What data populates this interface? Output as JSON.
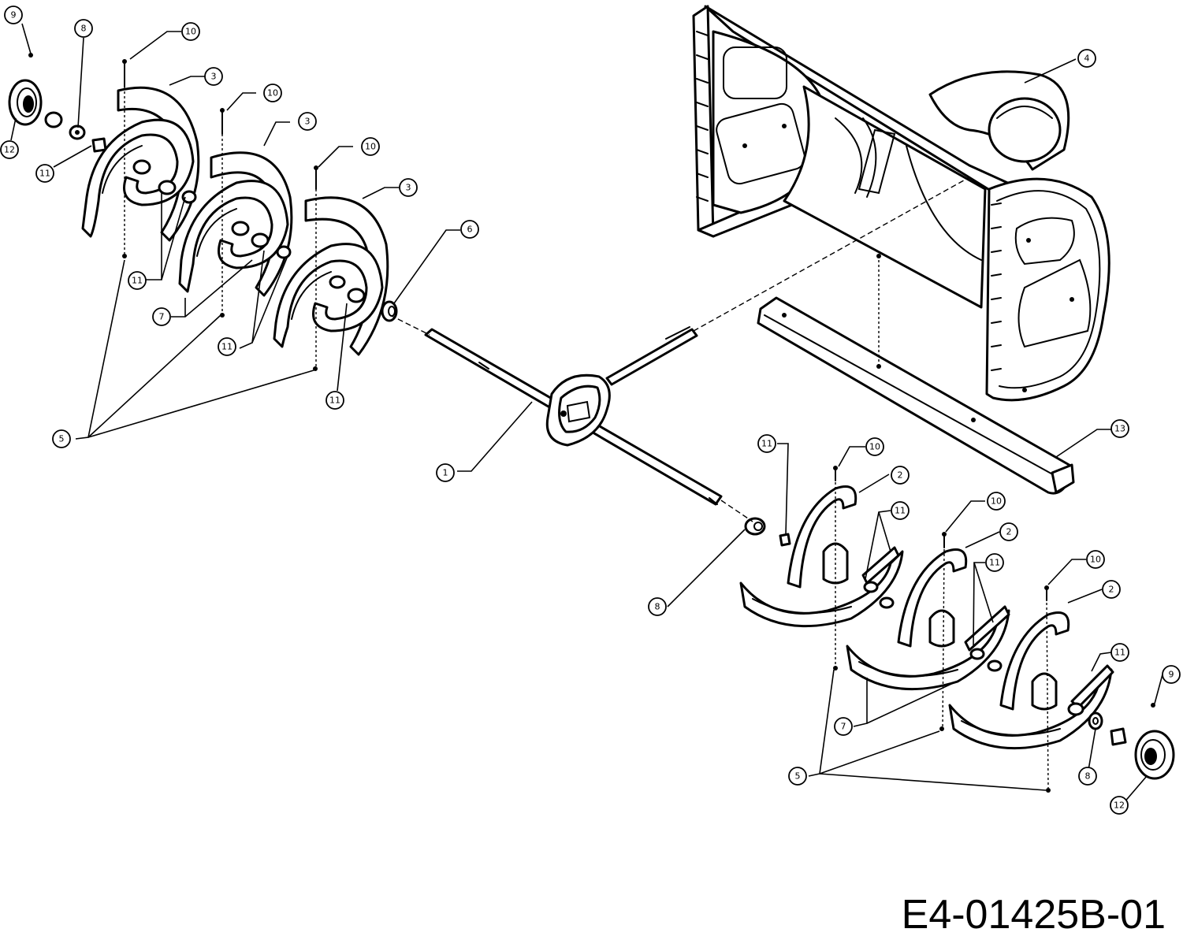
{
  "drawing_code": "E4-01425B-01",
  "callouts": [
    {
      "id": "9",
      "text": "9"
    },
    {
      "id": "8",
      "text": "8"
    },
    {
      "id": "10",
      "text": "10"
    },
    {
      "id": "3",
      "text": "3"
    },
    {
      "id": "4",
      "text": "4"
    },
    {
      "id": "12",
      "text": "12"
    },
    {
      "id": "11",
      "text": "11"
    },
    {
      "id": "7",
      "text": "7"
    },
    {
      "id": "5",
      "text": "5"
    },
    {
      "id": "6",
      "text": "6"
    },
    {
      "id": "1",
      "text": "1"
    },
    {
      "id": "13",
      "text": "13"
    },
    {
      "id": "2",
      "text": "2"
    }
  ]
}
